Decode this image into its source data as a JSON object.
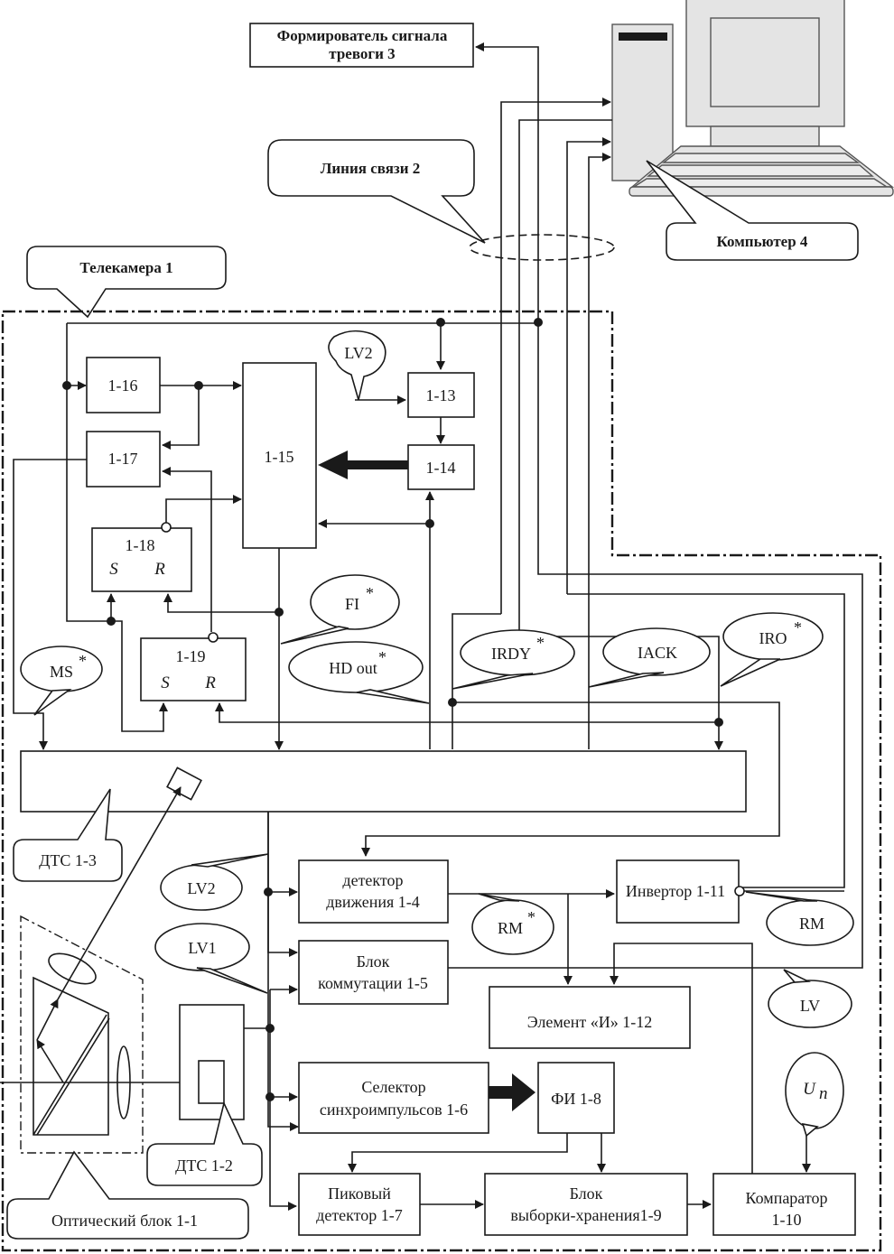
{
  "title_blocks": {
    "alarm": {
      "line1": "Формирователь сигнала",
      "line2": "тревоги 3"
    },
    "link": "Линия связи 2",
    "computer": "Компьютер 4",
    "camera": "Телекамера 1"
  },
  "blocks": {
    "b16": "1-16",
    "b17": "1-17",
    "b15": "1-15",
    "b13": "1-13",
    "b14": "1-14",
    "b18": {
      "name": "1-18",
      "s": "S",
      "r": "R"
    },
    "b19": {
      "name": "1-19",
      "s": "S",
      "r": "R"
    },
    "b4": {
      "line1": "детектор",
      "line2": "движения 1-4"
    },
    "b5": {
      "line1": "Блок",
      "line2": "коммутации 1-5"
    },
    "b11": "Инвертор 1-11",
    "b12": "Элемент «И» 1-12",
    "b6": {
      "line1": "Селектор",
      "line2": "синхроимпульсов 1-6"
    },
    "b8": "ФИ 1-8",
    "b7": {
      "line1": "Пиковый",
      "line2": "детектор 1-7"
    },
    "b9": {
      "line1": "Блок",
      "line2": "выборки-хранения1-9"
    },
    "b10": {
      "line1": "Компаратор",
      "line2": "1-10"
    }
  },
  "signals": {
    "lv2_top": "LV2",
    "fi": "FI",
    "hd_out": "HD out",
    "ms": "MS",
    "irdy": "IRDY",
    "iack": "IACK",
    "iro": "IRO",
    "star": "*",
    "lv2_mid": "LV2",
    "lv1": "LV1",
    "rm_star": "RM",
    "rm": "RM",
    "lv": "LV",
    "un_main": "U",
    "un_sub": "п"
  },
  "callouts": {
    "dts13": "ДТС 1-3",
    "dts12": "ДТС 1-2",
    "optic": "Оптический блок 1-1"
  }
}
